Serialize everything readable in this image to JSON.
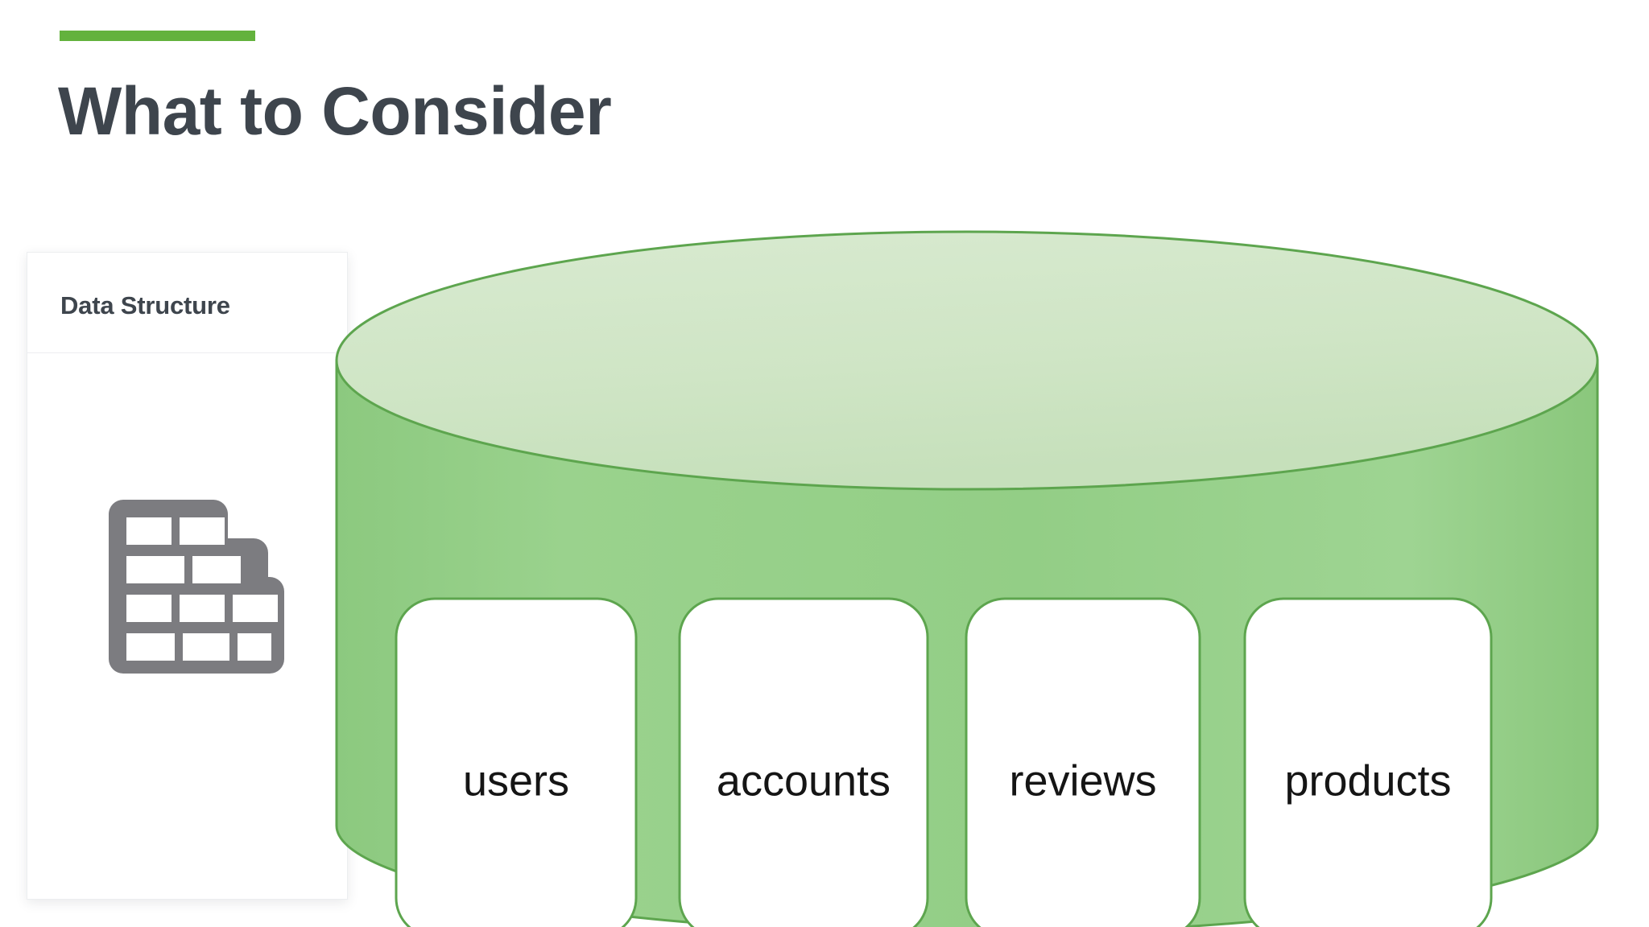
{
  "header": {
    "accent_bar_color": "#63b23d",
    "title": "What to Consider",
    "title_color": "#3e454d"
  },
  "data_structure_card": {
    "heading": "Data Structure",
    "icon": "brick-wall-icon",
    "icon_color": "#7c7c80",
    "border_color": "#eceef0",
    "divider_color": "#ededf0"
  },
  "database_cylinder": {
    "top_fill": "#cfe5c5",
    "body_fill": "#93ce86",
    "stroke": "#5da54e",
    "box_fill": "#ffffff",
    "label_color": "#151515",
    "tables": [
      {
        "label": "users"
      },
      {
        "label": "accounts"
      },
      {
        "label": "reviews"
      },
      {
        "label": "products"
      }
    ]
  }
}
